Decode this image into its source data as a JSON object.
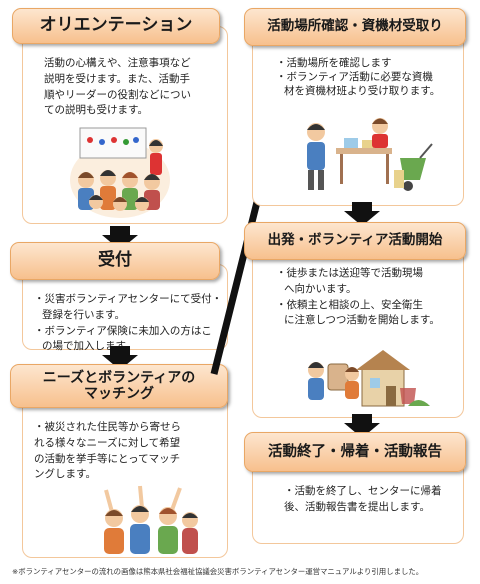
{
  "steps": {
    "orientation": {
      "title": "オリエンテーション",
      "lines": [
        "活動の心構えや、注意事項など",
        "説明を受けます。また、活動手",
        "順やリーダーの役割などについ",
        "ての説明も受けます。"
      ]
    },
    "reception": {
      "title": "受付",
      "bullets": [
        [
          "・災害ボランティアセンターにて受付・",
          "登録を行います。"
        ],
        [
          "・ボランティア保険に未加入の方はこ",
          "の場で加入します。"
        ]
      ]
    },
    "matching": {
      "title_line1": "ニーズとボランティアの",
      "title_line2": "マッチング",
      "lines": [
        "・被災された住民等から寄せら",
        "れる様々なニーズに対して希望",
        "の活動を挙手等にとってマッチ",
        "ングします。"
      ]
    },
    "confirm": {
      "title": "活動場所確認・資機材受取り",
      "bullets": [
        [
          "・活動場所を確認します"
        ],
        [
          "・ボランティア活動に必要な資機",
          "材を資機材班より受け取ります。"
        ]
      ]
    },
    "depart": {
      "title": "出発・ボランティア活動開始",
      "bullets": [
        [
          "・徒歩または送迎等で活動現場",
          "へ向かいます。"
        ],
        [
          "・依頼主と相談の上、安全衛生",
          "に注意しつつ活動を開始します。"
        ]
      ]
    },
    "finish": {
      "title": "活動終了・帰着・活動報告",
      "lines": [
        "・活動を終了し、センターに帰着",
        "後、活動報告書を提出します。"
      ]
    }
  },
  "footer": "※ボランティアセンターの流れの画像は熊本県社会福祉協議会災害ボランティアセンター運営マニュアルより引用しました。",
  "colors": {
    "header_fill": "#f7c08d",
    "card_border": "#f3c79b",
    "arrow": "#111111"
  }
}
